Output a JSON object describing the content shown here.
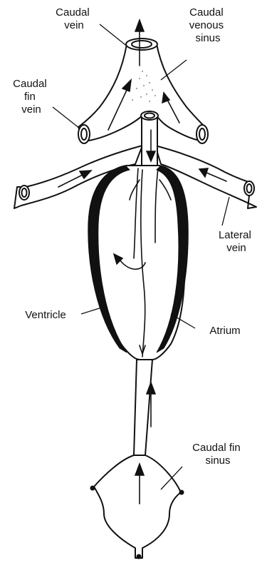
{
  "labels": {
    "caudal_vein": [
      "Caudal",
      "vein"
    ],
    "caudal_venous_sinus": [
      "Caudal",
      "venous",
      "sinus"
    ],
    "caudal_fin_vein": [
      "Caudal",
      "fin",
      "vein"
    ],
    "lateral_vein": [
      "Lateral",
      "vein"
    ],
    "ventricle": [
      "Ventricle"
    ],
    "atrium": [
      "Atrium"
    ],
    "caudal_fin_sinus": [
      "Caudal fin",
      "sinus"
    ]
  }
}
